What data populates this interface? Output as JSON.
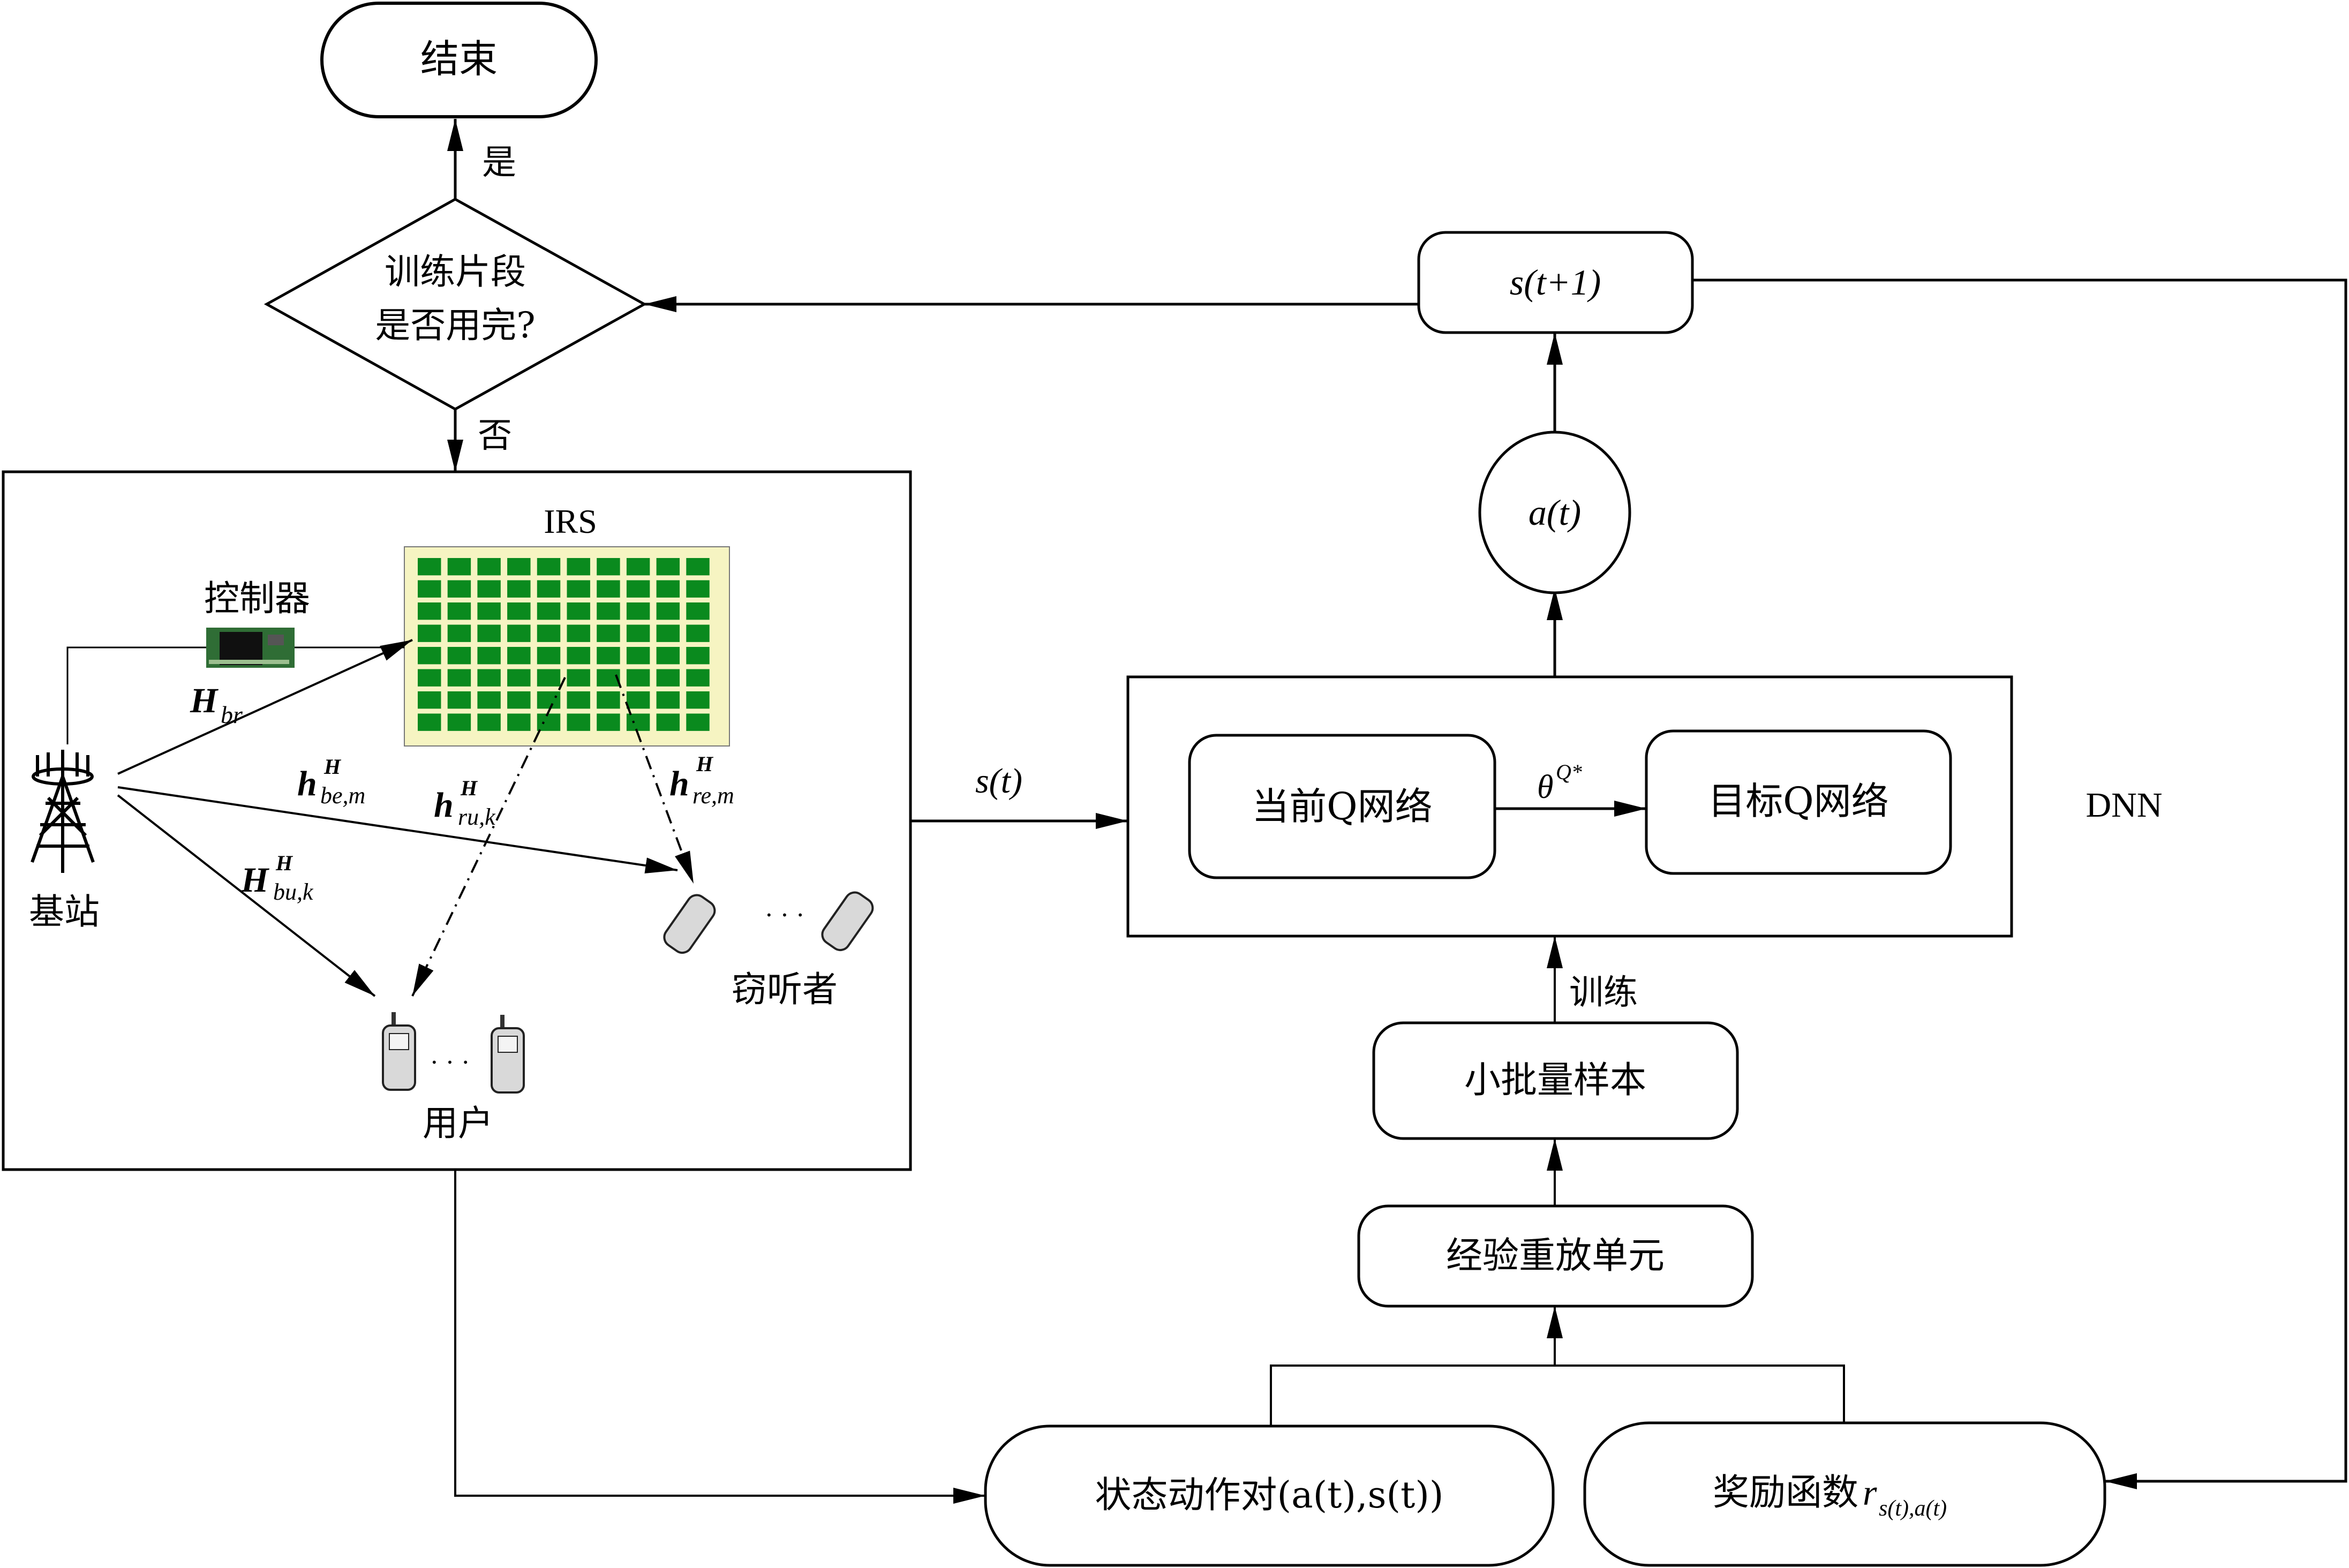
{
  "flowchart": {
    "end_label": "结束",
    "decision_line1": "训练片段",
    "decision_line2": "是否用完?",
    "yes_label": "是",
    "no_label": "否"
  },
  "environment": {
    "irs_label": "IRS",
    "irs_grid": {
      "rows": 8,
      "cols": 10,
      "cell_color": "#0a8a1e",
      "panel_color": "#f6f4c2"
    },
    "controller_label": "控制器",
    "base_station_label": "基站",
    "users_label": "用户",
    "eavesdroppers_label": "窃听者",
    "ellipsis": "· · ·",
    "channels": {
      "h_br": {
        "main": "H",
        "sub": "br",
        "sup": ""
      },
      "h_be": {
        "main": "h",
        "sub": "be,m",
        "sup": "H"
      },
      "h_ru": {
        "main": "h",
        "sub": "ru,k",
        "sup": "H"
      },
      "h_re": {
        "main": "h",
        "sub": "re,m",
        "sup": "H"
      },
      "h_bu": {
        "main": "H",
        "sub": "bu,k",
        "sup": "H"
      }
    }
  },
  "agent": {
    "state_label": "s(t)",
    "next_state_label": "s(t+1)",
    "action_label": "a(t)",
    "dnn_label": "DNN",
    "current_q_label": "当前Q网络",
    "target_q_label": "目标Q网络",
    "theta_label": "θ",
    "theta_sup": "Q*",
    "train_label": "训练",
    "minibatch_label": "小批量样本",
    "replay_label": "经验重放单元",
    "state_action_label": "状态动作对(a(t),s(t))",
    "reward_label": "奖励函数",
    "reward_sub": "s(t),a(t)",
    "reward_symbol": "r"
  }
}
